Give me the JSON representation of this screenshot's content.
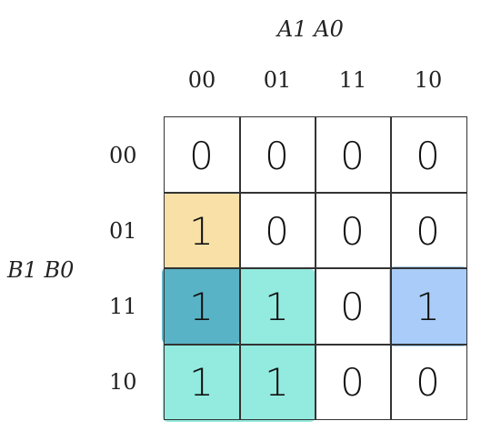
{
  "column_variables": "A1 A0",
  "row_variables": "B1 B0",
  "column_labels": [
    "00",
    "01",
    "11",
    "10"
  ],
  "row_labels": [
    "00",
    "01",
    "11",
    "10"
  ],
  "cells": [
    [
      "0",
      "0",
      "0",
      "0"
    ],
    [
      "1",
      "0",
      "0",
      "0"
    ],
    [
      "1",
      "1",
      "0",
      "1"
    ],
    [
      "1",
      "1",
      "0",
      "0"
    ]
  ],
  "highlight_colors": {
    "yellow": "#f6d58a",
    "teal": "#6fe3d4",
    "blue": "#8cbcf5",
    "dark_teal": "#4fa9c2"
  }
}
